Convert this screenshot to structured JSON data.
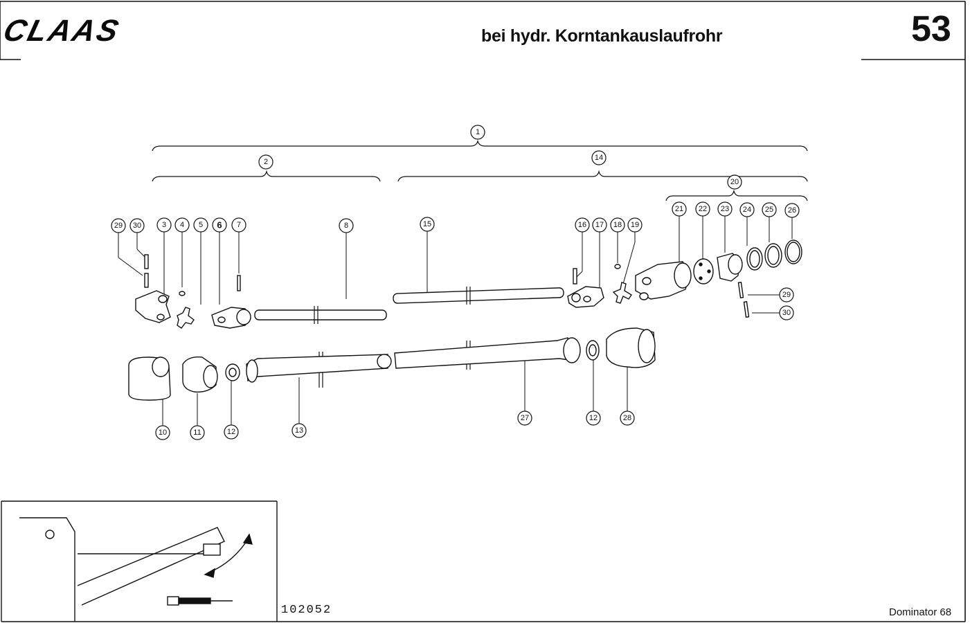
{
  "header": {
    "brand": "CLAAS",
    "title": "bei hydr. Korntankauslaufrohr",
    "page_number": "53"
  },
  "footer": {
    "drawing_number": "102052",
    "model": "Dominator 68"
  },
  "callouts": {
    "c1": "1",
    "c2": "2",
    "c14": "14",
    "c20": "20",
    "c29a": "29",
    "c30a": "30",
    "c3": "3",
    "c4": "4",
    "c5": "5",
    "c6": "6",
    "c7": "7",
    "c8": "8",
    "c15": "15",
    "c16": "16",
    "c17": "17",
    "c18": "18",
    "c19": "19",
    "c21": "21",
    "c22": "22",
    "c23": "23",
    "c24": "24",
    "c25": "25",
    "c26": "26",
    "c29b": "29",
    "c30b": "30",
    "c10": "10",
    "c11": "11",
    "c12a": "12",
    "c13": "13",
    "c27": "27",
    "c12b": "12",
    "c28": "28"
  }
}
